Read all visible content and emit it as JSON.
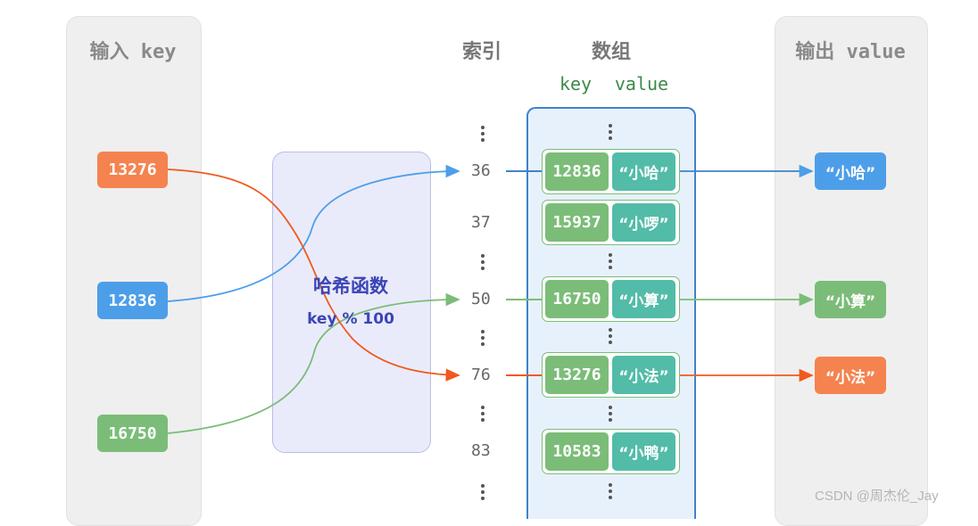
{
  "left_panel": {
    "title": "输入 key"
  },
  "right_panel": {
    "title": "输出 value"
  },
  "headers": {
    "index": "索引",
    "array": "数组",
    "key": "key",
    "value": "value"
  },
  "inputs": [
    {
      "key": "13276",
      "color": "#f5834f"
    },
    {
      "key": "12836",
      "color": "#4d9ee9"
    },
    {
      "key": "16750",
      "color": "#7bbd78"
    }
  ],
  "hash": {
    "name": "哈希函数",
    "formula": "key % 100"
  },
  "indices": [
    "36",
    "37",
    "50",
    "76",
    "83"
  ],
  "buckets": [
    {
      "index": "36",
      "key": "12836",
      "value": "“小哈”"
    },
    {
      "index": "37",
      "key": "15937",
      "value": "“小啰”"
    },
    {
      "index": "50",
      "key": "16750",
      "value": "“小算”"
    },
    {
      "index": "76",
      "key": "13276",
      "value": "“小法”"
    },
    {
      "index": "83",
      "key": "10583",
      "value": "“小鸭”"
    }
  ],
  "outputs": [
    {
      "value": "“小哈”",
      "color": "#4d9ee9"
    },
    {
      "value": "“小算”",
      "color": "#7bbd78"
    },
    {
      "value": "“小法”",
      "color": "#f5834f"
    }
  ],
  "colors": {
    "orange": "#f5834f",
    "blue": "#4d9ee9",
    "green": "#7bbd78",
    "teal": "#52bca8",
    "hash": "#3b45b7"
  },
  "watermark": "CSDN @周杰伦_Jay"
}
